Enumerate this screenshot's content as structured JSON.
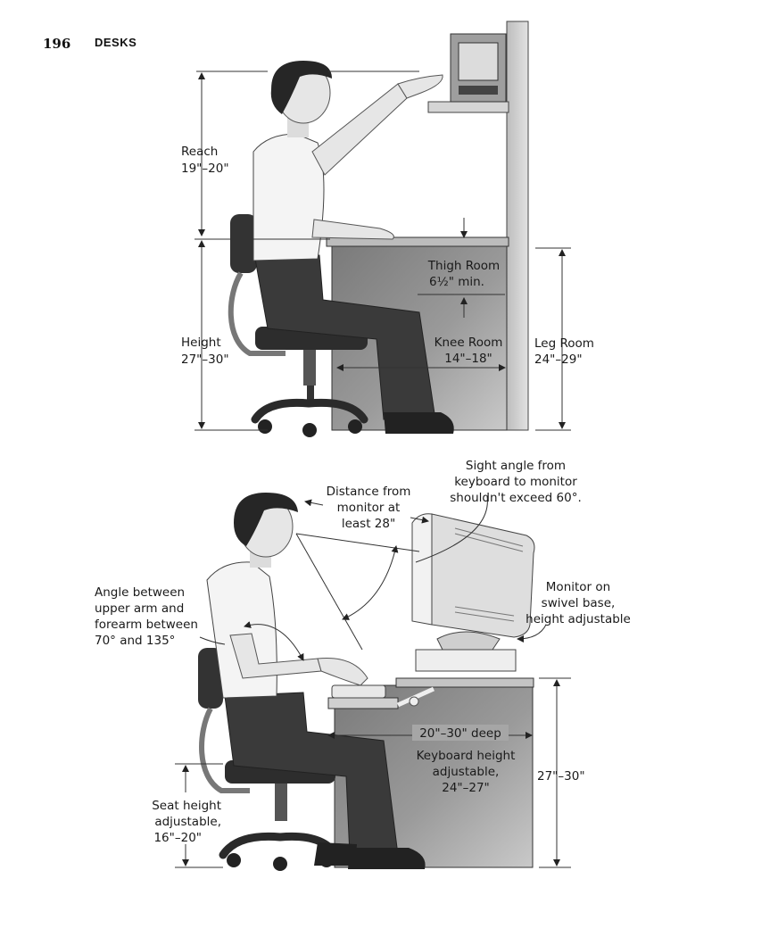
{
  "page": {
    "number": "196",
    "title": "DESKS"
  },
  "upper_figure": {
    "reach": {
      "title": "Reach",
      "value": "19\"–20\""
    },
    "height": {
      "title": "Height",
      "value": "27\"–30\""
    },
    "thigh_room": {
      "title": "Thigh Room",
      "value": "6½\" min."
    },
    "knee_room": {
      "title": "Knee Room",
      "value": "14\"–18\""
    },
    "leg_room": {
      "title": "Leg Room",
      "value": "24\"–29\""
    }
  },
  "lower_figure": {
    "distance": {
      "line1": "Distance from",
      "line2": "monitor at",
      "line3": "least 28\""
    },
    "sight_angle": {
      "line1": "Sight angle from",
      "line2": "keyboard to monitor",
      "line3": "shouldn't exceed 60°."
    },
    "arm_angle": {
      "line1": "Angle between",
      "line2": "upper arm and",
      "line3": "forearm between",
      "line4": "70° and 135°"
    },
    "monitor_base": {
      "line1": "Monitor on",
      "line2": "swivel base,",
      "line3": "height adjustable"
    },
    "desk_depth": "20\"–30\" deep",
    "keyboard_height": {
      "line1": "Keyboard height",
      "line2": "adjustable,",
      "line3": "24\"–27\""
    },
    "desk_height": "27\"–30\"",
    "seat_height": {
      "line1": "Seat height",
      "line2": "adjustable,",
      "line3": "16\"–20\""
    }
  }
}
